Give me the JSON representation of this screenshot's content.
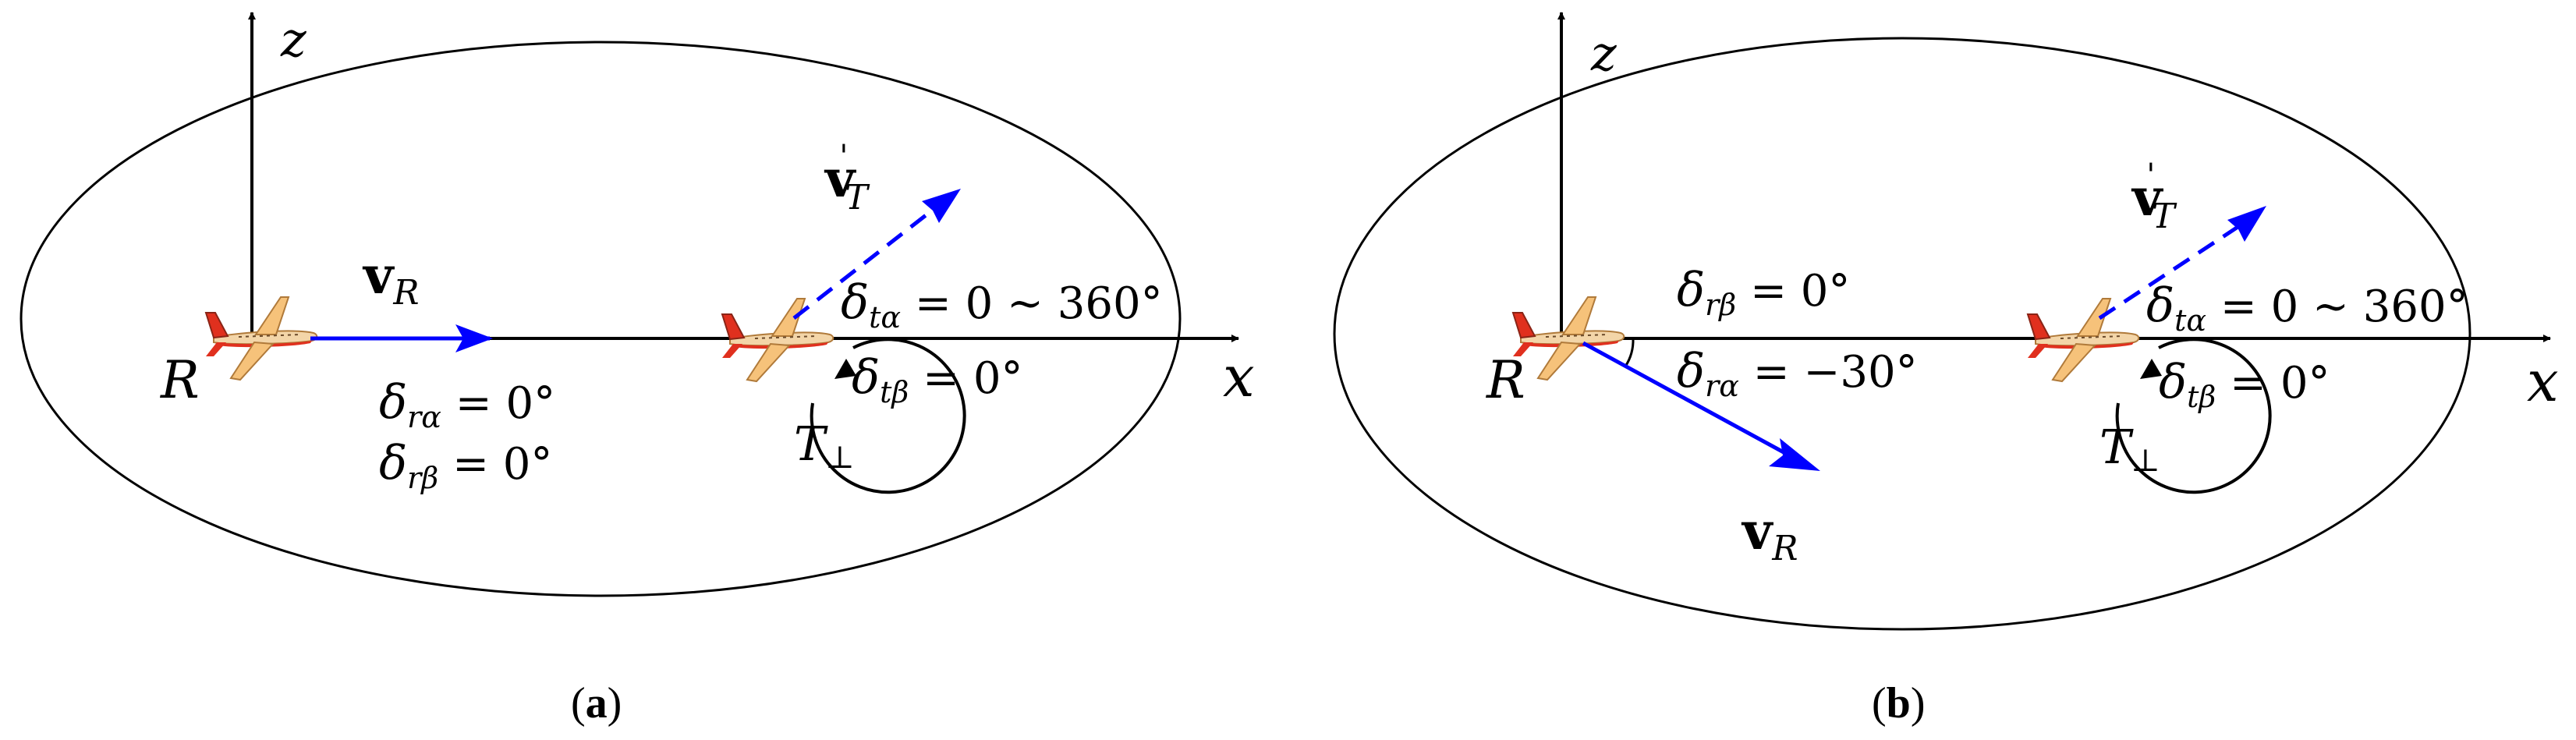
{
  "colors": {
    "axis": "#000000",
    "velocity": "#0000ff",
    "plane_body": "#f3d5a8",
    "plane_accent": "#e0301e"
  },
  "icons": {
    "aircraft": "airplane-icon",
    "rotation": "rotation-arrow-icon"
  },
  "panel_a": {
    "caption": {
      "open": "(",
      "letter": "a",
      "close": ")"
    },
    "axis_x": "x",
    "axis_z": "z",
    "receiver_label": "R",
    "transmitter_label": {
      "main": "T",
      "sub": "⊥"
    },
    "vR": {
      "main": "v",
      "sub": "R"
    },
    "vT": {
      "main": "v",
      "prime": "'",
      "sub": "T"
    },
    "delta_r_alpha": {
      "main": "δ",
      "sub": "rα",
      "value": " = 0°"
    },
    "delta_r_beta": {
      "main": "δ",
      "sub": "rβ",
      "value": " = 0°"
    },
    "delta_t_alpha": {
      "main": "δ",
      "sub": "tα",
      "value": " = 0 ~ 360°"
    },
    "delta_t_beta": {
      "main": "δ",
      "sub": "tβ",
      "value": " = 0°"
    }
  },
  "panel_b": {
    "caption": {
      "open": "(",
      "letter": "b",
      "close": ")"
    },
    "axis_x": "x",
    "axis_z": "z",
    "receiver_label": "R",
    "transmitter_label": {
      "main": "T",
      "sub": "⊥"
    },
    "vR": {
      "main": "v",
      "sub": "R"
    },
    "vT": {
      "main": "v",
      "prime": "'",
      "sub": "T"
    },
    "delta_r_beta": {
      "main": "δ",
      "sub": "rβ",
      "value": " = 0°"
    },
    "delta_r_alpha": {
      "main": "δ",
      "sub": "rα",
      "value": " = −30°"
    },
    "delta_t_alpha": {
      "main": "δ",
      "sub": "tα",
      "value": " = 0 ~ 360°"
    },
    "delta_t_beta": {
      "main": "δ",
      "sub": "tβ",
      "value": " = 0°"
    }
  }
}
